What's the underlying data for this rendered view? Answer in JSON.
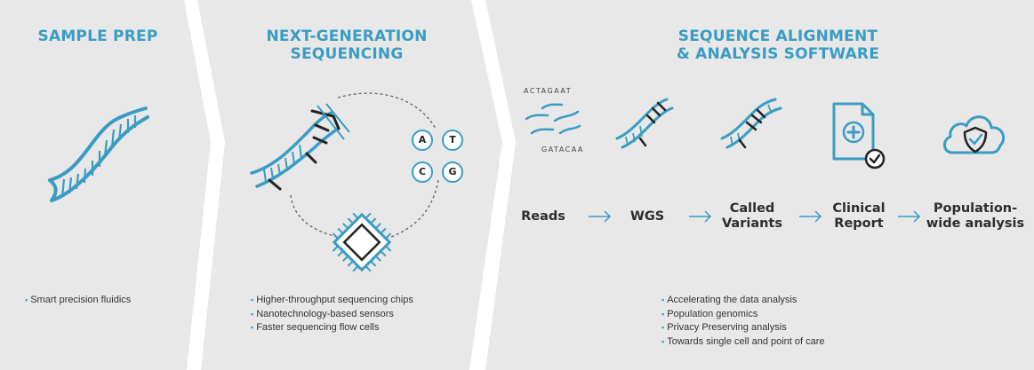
{
  "colors": {
    "accent": "#3a9cc2",
    "panel": "#e8e8e8",
    "text": "#2d2d2d"
  },
  "sections": [
    {
      "title": [
        "SAMPLE PREP"
      ],
      "bullets": [
        "Smart precision fluidics"
      ]
    },
    {
      "title": [
        "NEXT-GENERATION",
        "SEQUENCING"
      ],
      "bases": [
        "A",
        "T",
        "C",
        "G"
      ],
      "bullets": [
        "Higher-throughput sequencing chips",
        "Nanotechnology-based sensors",
        "Faster sequencing flow cells"
      ]
    },
    {
      "title": [
        "SEQUENCE ALIGNMENT",
        "& ANALYSIS SOFTWARE"
      ],
      "read_top": "ACTAGAAT",
      "read_bottom": "GATACAA",
      "steps": [
        {
          "lines": [
            "Reads"
          ]
        },
        {
          "lines": [
            "WGS"
          ]
        },
        {
          "lines": [
            "Called",
            "Variants"
          ]
        },
        {
          "lines": [
            "Clinical",
            "Report"
          ]
        },
        {
          "lines": [
            "Population-",
            "wide analysis"
          ]
        }
      ],
      "bullets": [
        "Accelerating the data analysis",
        "Population genomics",
        "Privacy Preserving analysis",
        "Towards single cell and point of care"
      ]
    }
  ],
  "icons": [
    "dna-icon",
    "dna-sequencing-icon",
    "sequencing-chip-icon",
    "reads-icon",
    "wgs-dna-icon",
    "variants-dna-icon",
    "clinical-report-icon",
    "cloud-shield-icon"
  ]
}
